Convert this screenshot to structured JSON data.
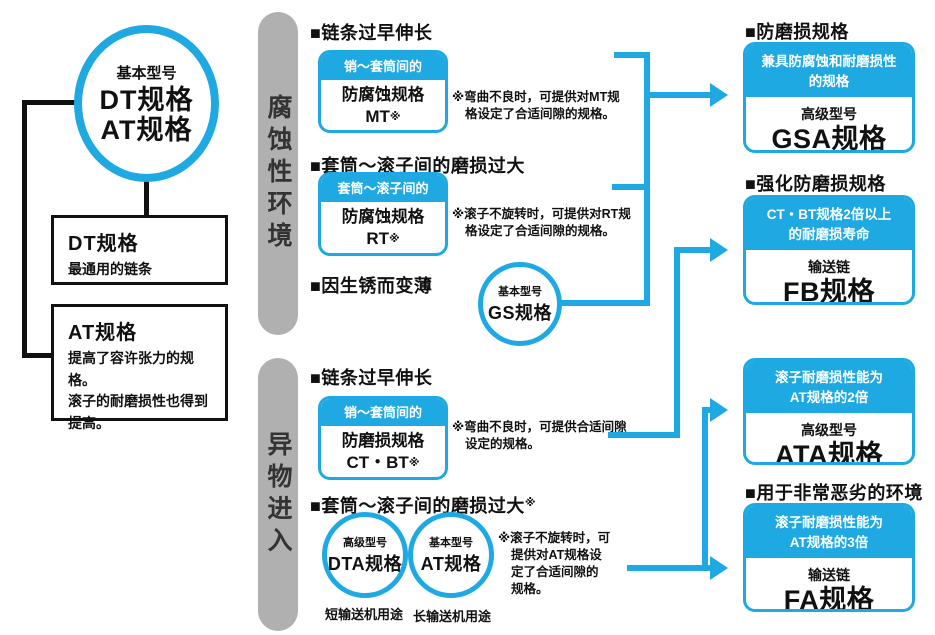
{
  "colors": {
    "accent": "#1ea9e2",
    "gray_bar": "#b0b0b0",
    "ink": "#111111"
  },
  "root": {
    "tag": "基本型号",
    "model1": "DT规格",
    "model2": "AT规格"
  },
  "dt_box": {
    "title": "DT规格",
    "desc": "最通用的链条"
  },
  "at_box": {
    "title": "AT规格",
    "desc1": "提高了容许张力的规格。",
    "desc2": "滚子的耐磨损性也得到",
    "desc3": "提高。"
  },
  "bars": {
    "corrosive": "腐蚀性环境",
    "foreign": "异物进入"
  },
  "corrosive": {
    "h1": "■链条过早伸长",
    "mt": {
      "band": "销～套筒间的",
      "type": "防腐蚀规格",
      "model": "MT",
      "mark": "※"
    },
    "note1a": "※弯曲不良时，可提供对MT规",
    "note1b": "格设定了合适间隙的规格。",
    "h2": "■套筒～滚子间的磨损过大",
    "rt": {
      "band": "套筒～滚子间的",
      "type": "防腐蚀规格",
      "model": "RT",
      "mark": "※"
    },
    "note2a": "※滚子不旋转时，可提供对RT规",
    "note2b": "格设定了合适间隙的规格。",
    "h3": "■因生锈而变薄",
    "gs": {
      "tag": "基本型号",
      "model": "GS规格"
    }
  },
  "foreign": {
    "h1": "■链条过早伸长",
    "ctbt": {
      "band": "销～套筒间的",
      "type": "防磨损规格",
      "model": "CT・BT",
      "mark": "※"
    },
    "note3a": "※弯曲不良时，可提供合适间隙",
    "note3b": "设定的规格。",
    "h2": "■套筒～滚子间的磨损过大",
    "h2_mark": "※",
    "dta": {
      "tag": "高级型号",
      "model": "DTA规格",
      "caption": "短输送机用途"
    },
    "at": {
      "tag": "基本型号",
      "model": "AT规格",
      "caption": "长输送机用途"
    },
    "note4a": "※滚子不旋转时，可",
    "note4b": "提供对AT规格设",
    "note4c": "定了合适间隙的",
    "note4d": "规格。"
  },
  "right": {
    "r1": {
      "header": "■防磨损规格",
      "band1": "兼具防腐蚀和耐磨损性",
      "band2": "的规格",
      "tag": "高级型号",
      "model": "GSA规格"
    },
    "r2": {
      "header": "■强化防磨损规格",
      "band1": "CT・BT规格2倍以上",
      "band2": "的耐磨损寿命",
      "tag": "输送链",
      "model": "FB规格"
    },
    "r3": {
      "band1": "滚子耐磨损性能为",
      "band2": "AT规格的2倍",
      "tag": "高级型号",
      "model": "ATA规格"
    },
    "r4": {
      "header": "■用于非常恶劣的环境",
      "band1": "滚子耐磨损性能为",
      "band2": "AT规格的3倍",
      "tag": "输送链",
      "model": "FA规格"
    }
  }
}
